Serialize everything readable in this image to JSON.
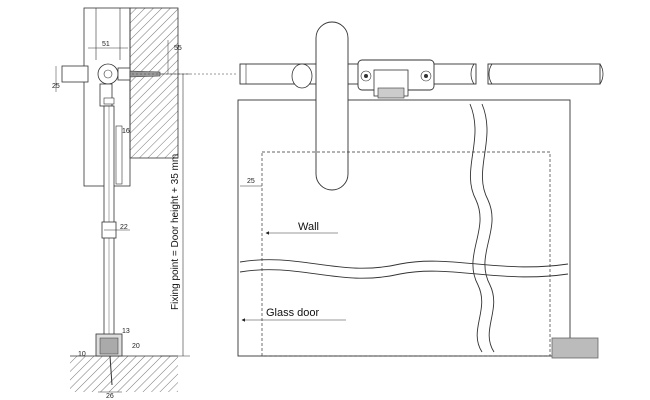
{
  "side_view": {
    "dim_51": "51",
    "dim_55": "55",
    "dim_25": "25",
    "dim_16": "16",
    "dim_22": "22",
    "dim_13": "13",
    "dim_20": "20",
    "dim_10": "10",
    "dim_26": "26",
    "fixing_point_label": "Fixing point = Door height + 35 mm"
  },
  "front_view": {
    "dim_25": "25",
    "wall_label": "Wall",
    "glass_door_label": "Glass door"
  }
}
